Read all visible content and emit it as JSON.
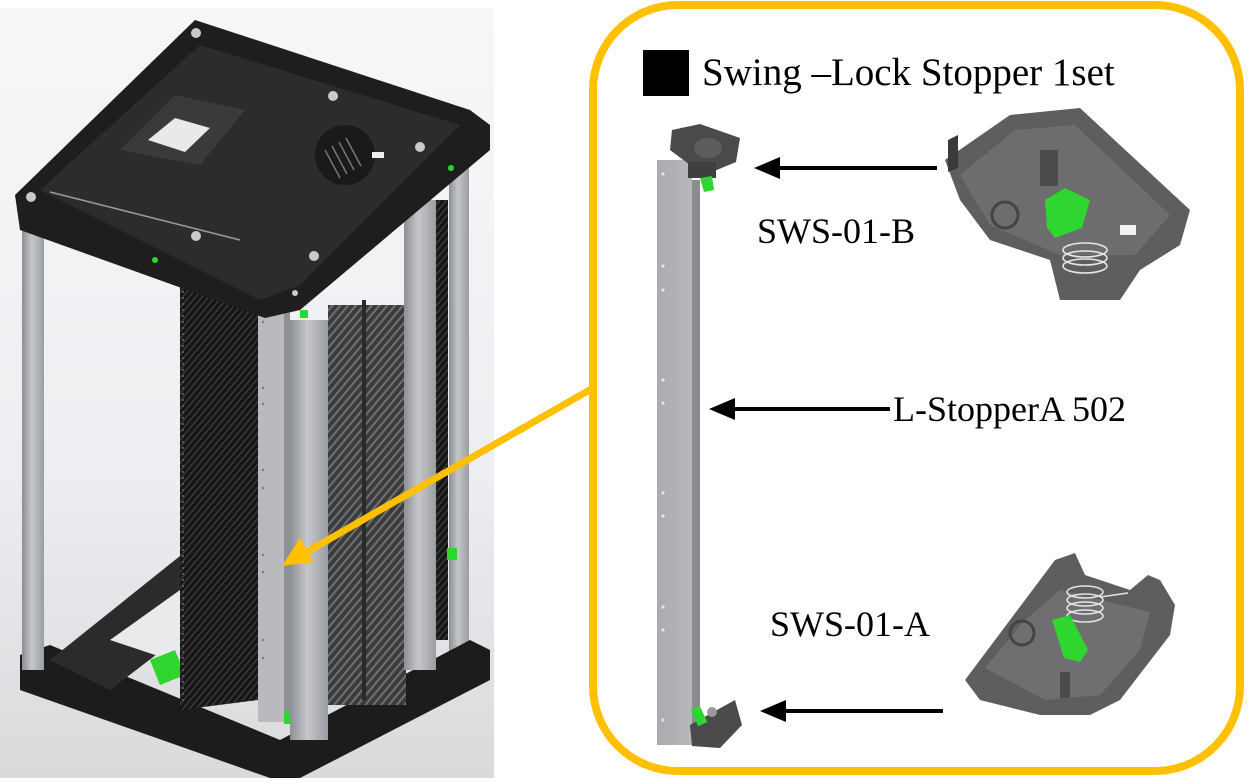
{
  "figure": {
    "title": "Swing –Lock Stopper   1set",
    "title_marker_icon": "black-square",
    "accent_color": "#FFC000",
    "callout_arrow_color": "#FFC000",
    "label_arrow_color": "#000000"
  },
  "parts": [
    {
      "id": "top",
      "label": "SWS-01-B",
      "position": "top of stopper bar"
    },
    {
      "id": "bar",
      "label": "L-StopperA 502",
      "position": "stopper bar"
    },
    {
      "id": "bottom",
      "label": "SWS-01-A",
      "position": "bottom of stopper bar"
    }
  ],
  "rack_image": {
    "description": "3D render of magazine rack with swing-lock stopper column highlighted"
  },
  "colors": {
    "plastic_dark": "#1e1e1e",
    "aluminum": "#a6a8ab",
    "latch_green": "#2fd62f",
    "part_gray": "#6b6b6b"
  }
}
